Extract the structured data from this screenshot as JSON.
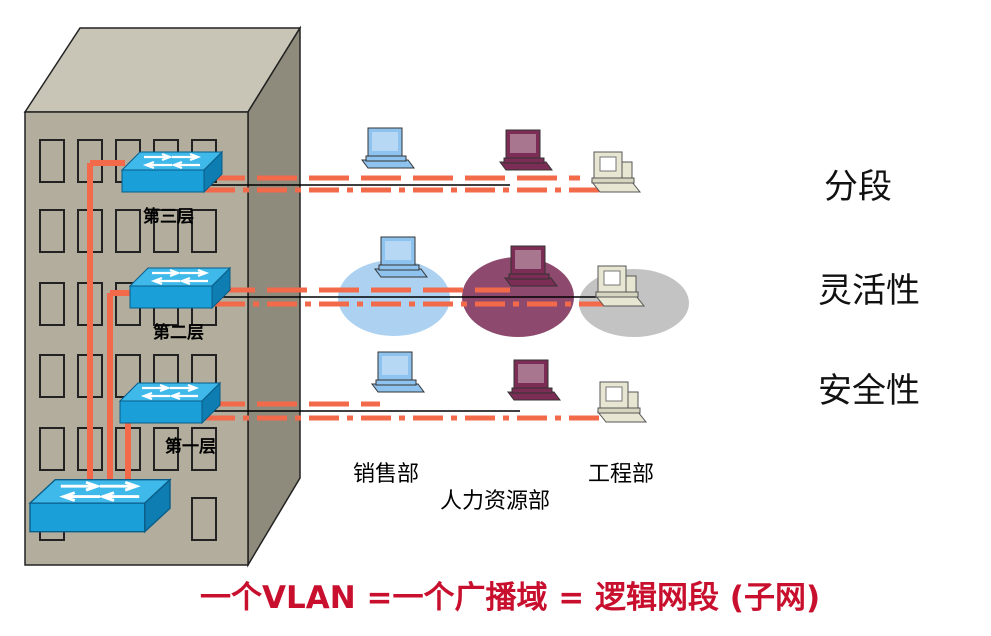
{
  "floors": [
    {
      "label": "第三层"
    },
    {
      "label": "第二层"
    },
    {
      "label": "第一层"
    }
  ],
  "departments": [
    {
      "label": "销售部",
      "color": "#9ec9ef"
    },
    {
      "label": "人力资源部",
      "color": "#7a2a55"
    },
    {
      "label": "工程部",
      "color": "#b9b9b9"
    }
  ],
  "features": [
    "分段",
    "灵活性",
    "安全性"
  ],
  "caption": "一个VLAN =一个广播域 = 逻辑网段 (子网)",
  "colors": {
    "link": "#f26a4a",
    "switch": "#1aa0d8",
    "building": "#b2ad9c",
    "caption": "#c8102e",
    "pc_sales": "#8fc3ef",
    "pc_hr": "#7c2d55",
    "pc_eng": "#dcdcc8"
  },
  "icons": [
    "switch-icon",
    "computer-icon"
  ]
}
